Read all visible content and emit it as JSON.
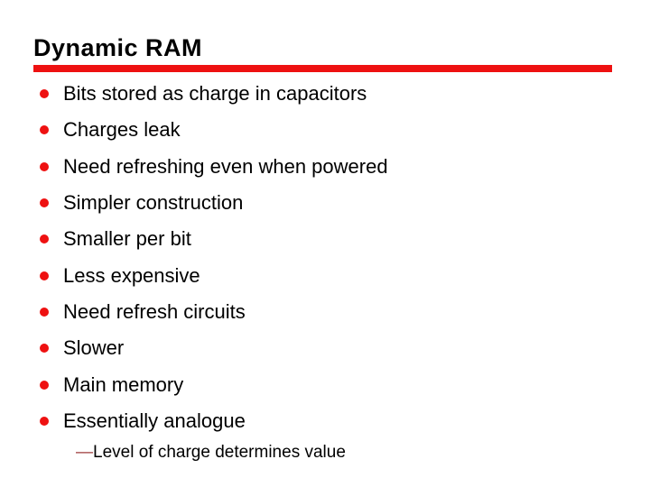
{
  "slide": {
    "title": "Dynamic RAM",
    "bullets": [
      "Bits stored as charge in capacitors",
      "Charges leak",
      "Need refreshing even when powered",
      "Simpler construction",
      "Smaller per bit",
      "Less expensive",
      "Need refresh circuits",
      "Slower",
      "Main memory",
      "Essentially analogue"
    ],
    "sub_bullet": {
      "dash": "—",
      "text": "Level of charge determines value"
    },
    "colors": {
      "accent_red": "#EE1111",
      "dash_red": "#9E3A3A",
      "text": "#000000",
      "background": "#FFFFFF"
    }
  }
}
